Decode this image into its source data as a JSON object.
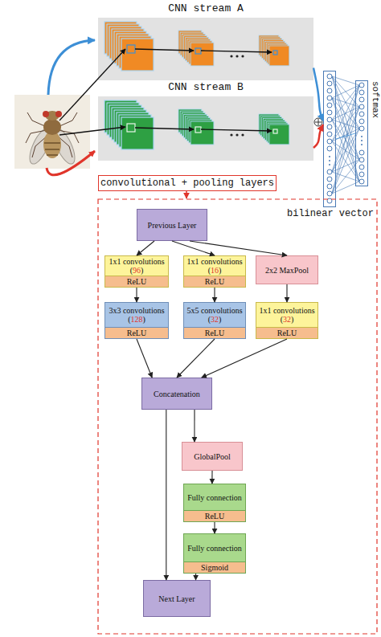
{
  "diagram": {
    "nodes": [
      {
        "text": [
          "CNN stream A"
        ]
      },
      {
        "text": [
          "CNN stream B"
        ]
      },
      {
        "text": [
          "bilinear vector"
        ]
      },
      {
        "text": [
          "softmax"
        ]
      },
      {
        "text": [
          "convolutional + pooling layers"
        ]
      },
      {
        "text": [
          "Previous Layer"
        ]
      },
      {
        "text": [
          "1x1 convolutions (96)",
          "ReLU"
        ]
      },
      {
        "text": [
          "1x1 convolutions (16)",
          "ReLU"
        ]
      },
      {
        "text": [
          "2x2 MaxPool"
        ]
      },
      {
        "text": [
          "3x3 convolutions (128)",
          "ReLU"
        ]
      },
      {
        "text": [
          "5x5 convolutions (32)",
          "ReLU"
        ]
      },
      {
        "text": [
          "1x1 convolutions (32)",
          "ReLU"
        ]
      },
      {
        "text": [
          "Concatenation"
        ]
      },
      {
        "text": [
          "GlobalPool"
        ]
      },
      {
        "text": [
          "Fully connection",
          "ReLU"
        ]
      },
      {
        "text": [
          "Fully connection",
          "Sigmoid"
        ]
      },
      {
        "text": [
          "Next Layer"
        ]
      }
    ],
    "edges": [
      {
        "from": 0,
        "to": 2,
        "arrow": "to"
      },
      {
        "from": 1,
        "to": 2,
        "arrow": "to"
      },
      {
        "from": 2,
        "to": 3,
        "arrow": "none"
      },
      {
        "from": 5,
        "to": 6,
        "arrow": "to"
      },
      {
        "from": 5,
        "to": 7,
        "arrow": "to"
      },
      {
        "from": 5,
        "to": 8,
        "arrow": "to"
      },
      {
        "from": 6,
        "to": 9,
        "arrow": "to"
      },
      {
        "from": 7,
        "to": 10,
        "arrow": "to"
      },
      {
        "from": 8,
        "to": 11,
        "arrow": "to"
      },
      {
        "from": 9,
        "to": 12,
        "arrow": "to"
      },
      {
        "from": 10,
        "to": 12,
        "arrow": "to"
      },
      {
        "from": 11,
        "to": 12,
        "arrow": "to"
      },
      {
        "from": 12,
        "to": 16,
        "arrow": "to"
      },
      {
        "from": 12,
        "to": 13,
        "arrow": "to"
      },
      {
        "from": 13,
        "to": 14,
        "arrow": "to"
      },
      {
        "from": 14,
        "to": 15,
        "arrow": "to"
      },
      {
        "from": 15,
        "to": 16,
        "arrow": "to"
      }
    ]
  }
}
